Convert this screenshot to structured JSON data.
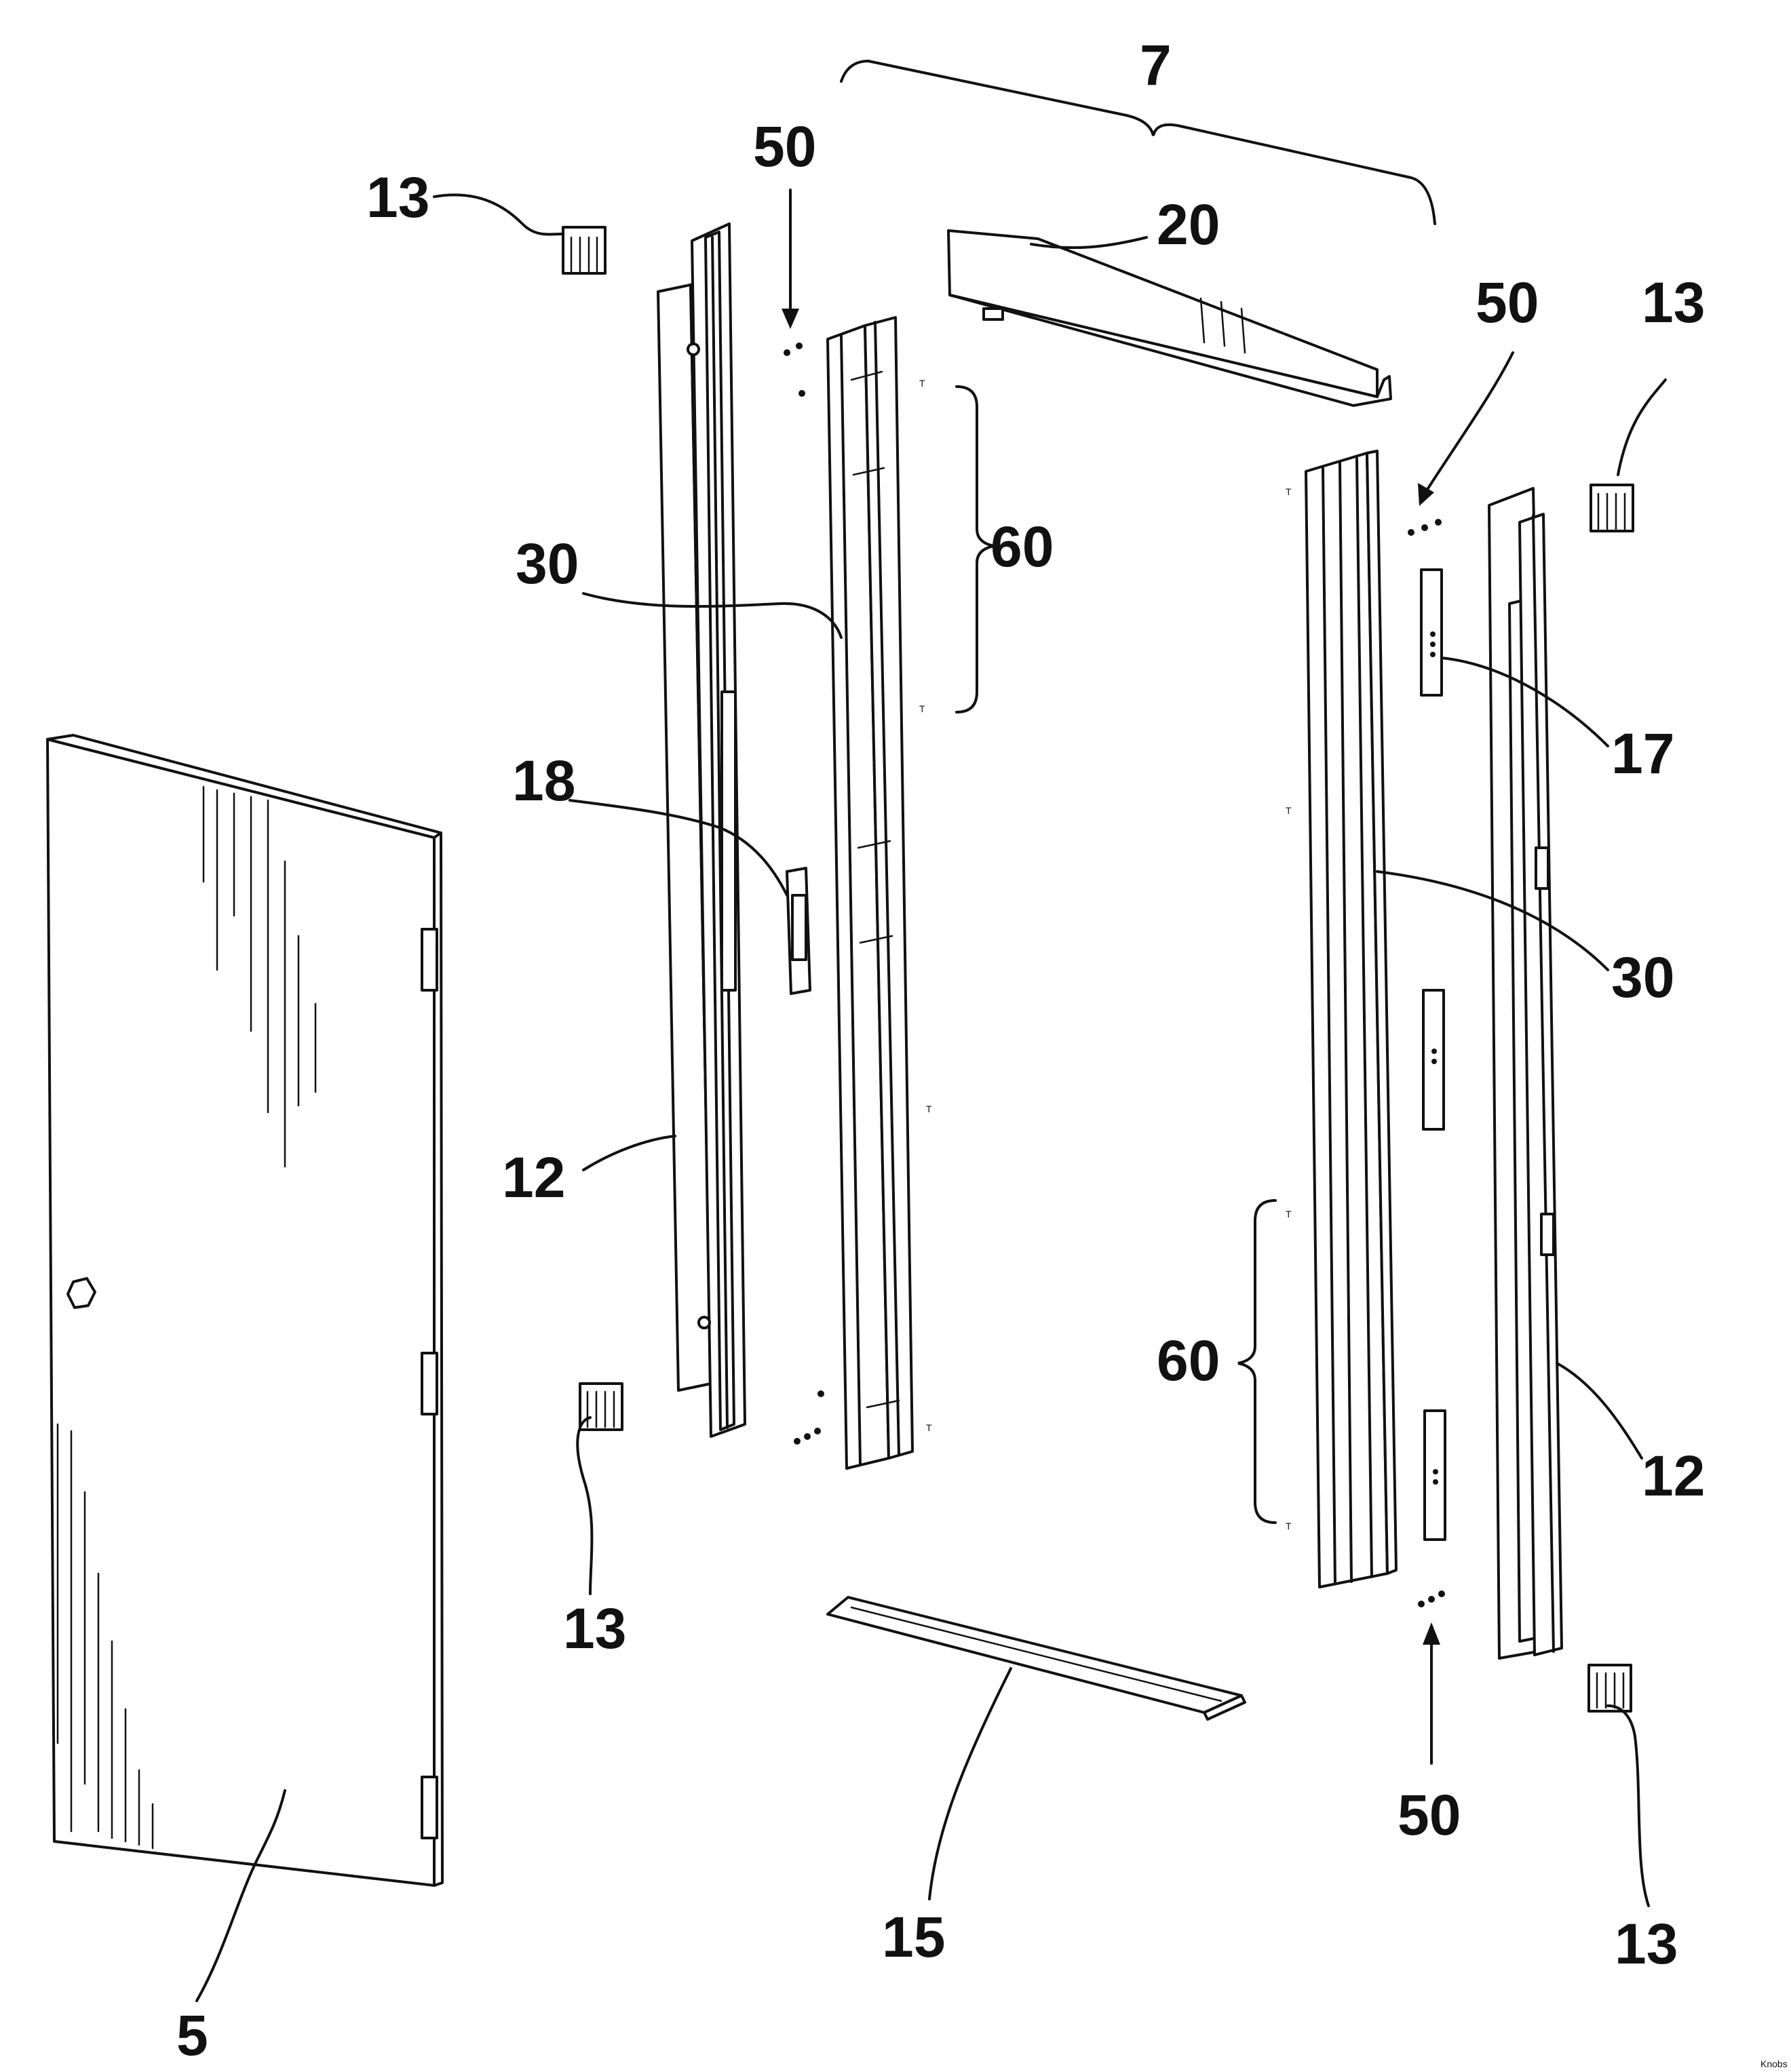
{
  "labels": {
    "frame_assembly": "7",
    "cap_top_left": "13",
    "cap_top_right": "13",
    "cap_bottom_left": "13",
    "cap_bottom_right": "13",
    "fastener_top_left": "50",
    "fastener_top_right": "50",
    "fastener_bottom_right": "50",
    "head_rail": "20",
    "region_upper": "60",
    "region_lower": "60",
    "mullion_left": "30",
    "mullion_right": "30",
    "hinge_bracket": "17",
    "strike_plate": "18",
    "jamb_left": "12",
    "jamb_right": "12",
    "door_panel": "5",
    "sill": "15"
  },
  "corner_text": "Knobs"
}
